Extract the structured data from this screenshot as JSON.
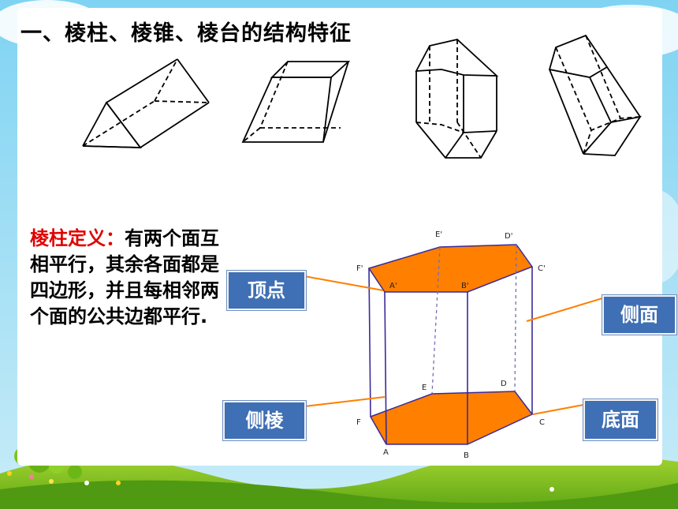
{
  "slide": {
    "title": "一、棱柱、棱锥、棱台的结构特征",
    "definition": {
      "term": "棱柱定义：",
      "body": "有两个面互相平行，其余各面都是四边形，并且每相邻两个面的公共边都平行."
    },
    "callouts": {
      "vertex": "顶点",
      "lateral_face": "侧面",
      "lateral_edge": "侧棱",
      "base": "底面"
    },
    "prism_vertices": {
      "A_top": "A'",
      "B_top": "B'",
      "C_top": "C'",
      "D_top": "D'",
      "E_top": "E'",
      "F_top": "F'",
      "A": "A",
      "B": "B",
      "C": "C",
      "D": "D",
      "E": "E",
      "F": "F"
    },
    "colors": {
      "face_fill": "#ff7f00",
      "callout_bg": "#3f6fb4",
      "pointer_line": "#ff7f00",
      "title_red": "#e00000"
    }
  }
}
